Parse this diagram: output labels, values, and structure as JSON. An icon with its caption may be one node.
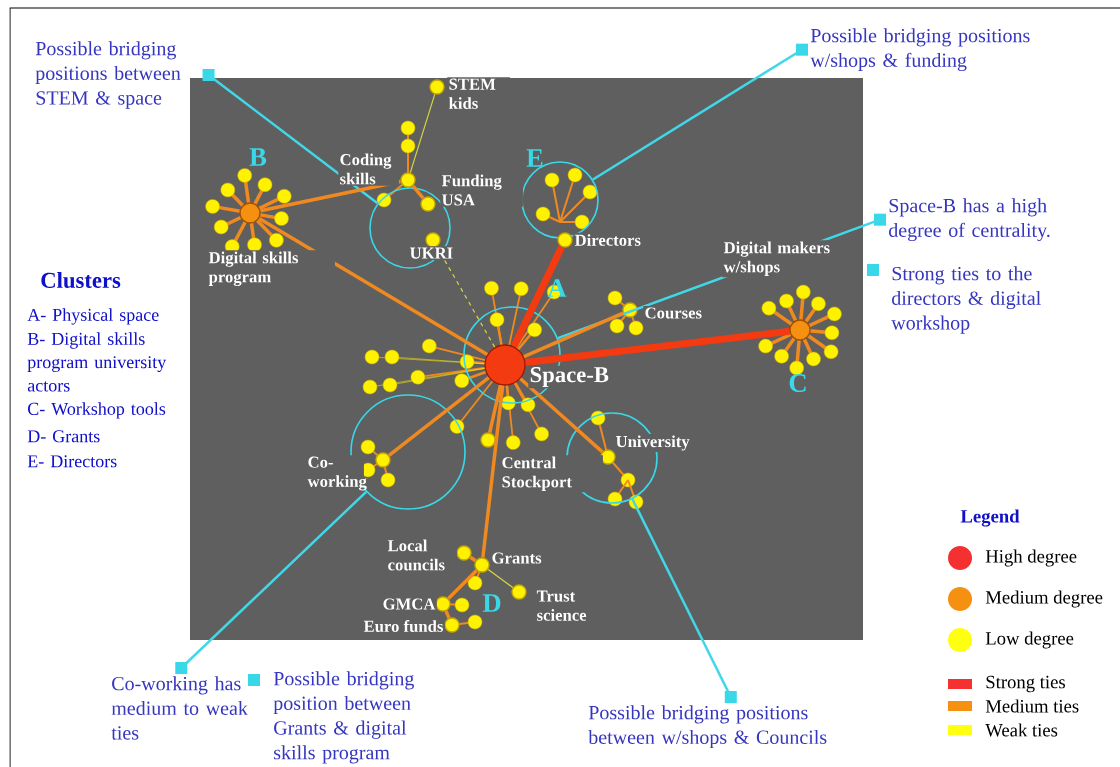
{
  "diagram": {
    "nodes": [
      {
        "text": [
          "Possible bridging positions between STEM & space"
        ]
      },
      {
        "text": [
          "Possible bridging positions w/shops & funding"
        ]
      },
      {
        "text": [
          "Space-B has a high degree of centrality."
        ]
      },
      {
        "text": [
          "Strong ties to the directors & digital workshop"
        ]
      },
      {
        "text": [
          "Co-working has medium to weak ties"
        ]
      },
      {
        "text": [
          "Possible bridging position between Grants & digital skills program"
        ]
      },
      {
        "text": [
          "Possible bridging positions between w/shops & Councils"
        ]
      },
      {
        "text": [],
        "shape": "circle"
      },
      {
        "text": [],
        "shape": "circle"
      },
      {
        "text": [],
        "shape": "circle"
      },
      {
        "text": [],
        "shape": "circle"
      },
      {
        "text": [],
        "shape": "circle"
      },
      {
        "text": [],
        "shape": "circle",
        "beside": [
          "Space-B"
        ],
        "in": 9
      },
      {
        "text": [],
        "shape": "circle",
        "beside": [
          "Digital skills program"
        ]
      },
      {
        "text": [],
        "shape": "circle",
        "beside": [
          "Digital makers w/shops"
        ]
      },
      {
        "text": [],
        "shape": "circle",
        "beside": [
          "STEM kids"
        ]
      },
      {
        "text": [],
        "shape": "circle",
        "beside": [
          "Coding skills"
        ]
      },
      {
        "text": [],
        "shape": "circle",
        "beside": [
          "Funding USA"
        ],
        "in": 7
      },
      {
        "text": [],
        "shape": "circle",
        "beside": [
          "UKRI"
        ],
        "in": 7
      },
      {
        "text": [],
        "shape": "circle",
        "beside": [
          "Directors"
        ],
        "in": 8
      },
      {
        "text": [],
        "shape": "circle",
        "beside": [
          "Courses"
        ]
      },
      {
        "text": [],
        "shape": "circle",
        "beside": [
          "Co-working"
        ],
        "in": 10
      },
      {
        "text": [],
        "shape": "circle",
        "beside": [
          "Central Stockport"
        ]
      },
      {
        "text": [],
        "shape": "circle",
        "beside": [
          "University"
        ],
        "in": 11
      },
      {
        "text": [],
        "shape": "circle",
        "beside": [
          "Grants"
        ]
      },
      {
        "text": [],
        "shape": "circle",
        "beside": [
          "Local councils"
        ]
      },
      {
        "text": [],
        "shape": "circle",
        "beside": [
          "GMCA"
        ]
      },
      {
        "text": [],
        "shape": "circle",
        "beside": [
          "Euro funds"
        ]
      },
      {
        "text": [],
        "shape": "circle",
        "beside": [
          "Trust science"
        ]
      }
    ],
    "edges": [
      {
        "from": 0,
        "to": 7,
        "arrow": "none",
        "color": "#40d8e8"
      },
      {
        "from": 1,
        "to": 8,
        "arrow": "none",
        "color": "#40d8e8"
      },
      {
        "from": 2,
        "to": 9,
        "arrow": "none",
        "color": "#40d8e8"
      },
      {
        "from": 4,
        "to": 10,
        "arrow": "none",
        "color": "#40d8e8"
      },
      {
        "from": 6,
        "to": 11,
        "arrow": "none",
        "color": "#40d8e8"
      },
      {
        "from": 12,
        "to": 13,
        "arrow": "none"
      },
      {
        "from": 12,
        "to": 14,
        "arrow": "none",
        "style": "thick",
        "color": "#f43a10"
      },
      {
        "from": 12,
        "to": 19,
        "arrow": "none",
        "style": "thick",
        "color": "#f43a10"
      },
      {
        "from": 12,
        "to": 20,
        "arrow": "none"
      },
      {
        "from": 12,
        "to": 21,
        "arrow": "none"
      },
      {
        "from": 12,
        "to": 22,
        "arrow": "none"
      },
      {
        "from": 12,
        "to": 23,
        "arrow": "none"
      },
      {
        "from": 12,
        "to": 24,
        "arrow": "none"
      },
      {
        "from": 13,
        "to": 16,
        "arrow": "none"
      },
      {
        "from": 16,
        "to": 15,
        "arrow": "none",
        "color": "#d8d840"
      },
      {
        "from": 16,
        "to": 17,
        "arrow": "none"
      },
      {
        "from": 12,
        "to": 18,
        "arrow": "none",
        "style": "dashed",
        "color": "#d8d840"
      },
      {
        "from": 24,
        "to": 25,
        "arrow": "none"
      },
      {
        "from": 24,
        "to": 26,
        "arrow": "none"
      },
      {
        "from": 26,
        "to": 27,
        "arrow": "none"
      },
      {
        "from": 24,
        "to": 28,
        "arrow": "none",
        "color": "#d8d840"
      }
    ],
    "labels": [
      "A",
      "B",
      "C",
      "D",
      "E",
      "Clusters",
      "A- Physical space",
      "B- Digital skills program university actors",
      "C- Workshop tools",
      "D- Grants",
      "E- Directors",
      "Legend"
    ],
    "legend": [
      {
        "text": "High degree",
        "color": "#f43030"
      },
      {
        "text": "Medium degree",
        "color": "#f59010"
      },
      {
        "text": "Low degree",
        "color": "#ffff10"
      },
      {
        "text": "Strong ties",
        "color": "#f43030"
      },
      {
        "text": "Medium ties",
        "color": "#f59010"
      },
      {
        "text": "Weak ties",
        "color": "#ffff10"
      }
    ]
  }
}
